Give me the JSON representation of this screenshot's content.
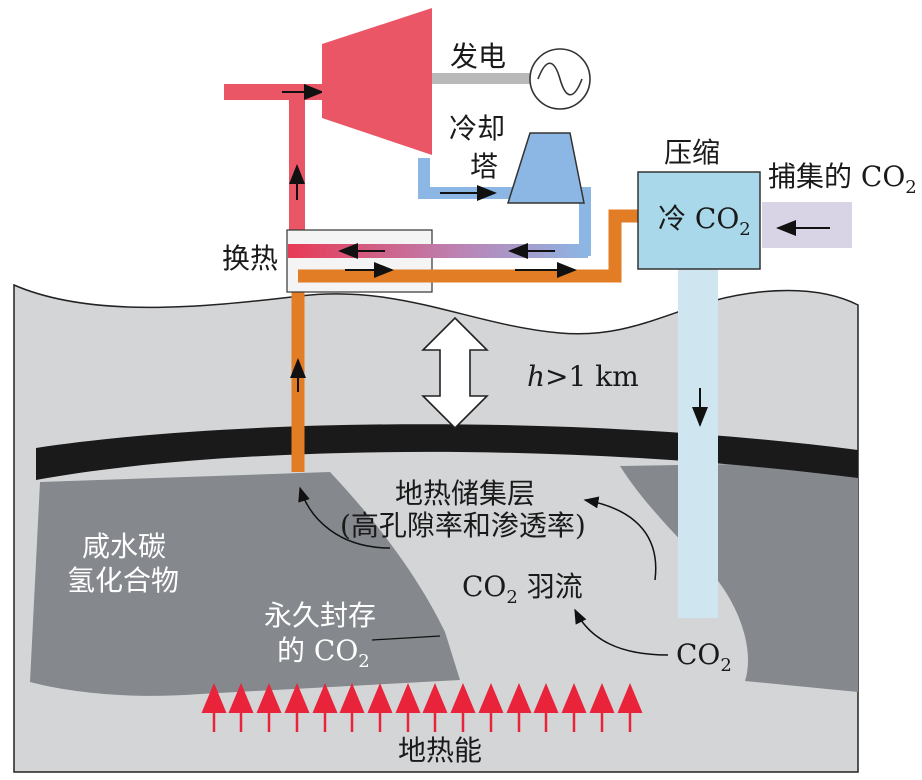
{
  "labels": {
    "generate": "发电",
    "cooling_tower_1": "冷却",
    "cooling_tower_2": "塔",
    "compress": "压缩",
    "captured_co2_text": "捕集的 CO",
    "captured_co2_sub": "2",
    "cold_co2_text": "冷 CO",
    "cold_co2_sub": "2",
    "heat_exchange": "换热",
    "depth_h": "h",
    "depth_rest": ">1 km",
    "reservoir_1": "地热储集层",
    "reservoir_2": "(高孔隙率和渗透率)",
    "brine_1": "咸水碳",
    "brine_2": "氢化合物",
    "permanent_1": "永久封存",
    "permanent_2_text": "的 CO",
    "permanent_2_sub": "2",
    "plume_text": "CO",
    "plume_sub": "2",
    "plume_rest": " 羽流",
    "injected_text": "CO",
    "injected_sub": "2",
    "geothermal_energy": "地热能"
  },
  "colors": {
    "hot_red": "#ea5665",
    "cold_blue": "#8cb6e4",
    "co2_orange": "#e27d26",
    "injection_blue": "#cfe6f0",
    "ground": "#d4d5d7",
    "caprock": "#1a1a1a",
    "brine": "#85888c",
    "captured_arrow_bg": "#d9d3e6"
  },
  "icons": {
    "generator": "ac-generator-icon",
    "turbine": "turbine-icon",
    "cooling_tower": "cooling-tower-icon",
    "depth": "double-arrow-icon",
    "heat_flux": "upward-arrow-icon"
  }
}
